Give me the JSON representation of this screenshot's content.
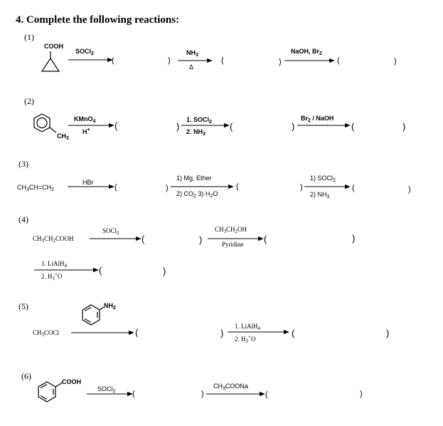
{
  "title": "4. Complete the following reactions:",
  "reactions": [
    {
      "number": "(1)",
      "substituent": "COOH",
      "steps": [
        {
          "top": "SOCl",
          "top_sub": "2",
          "bottom": ""
        },
        {
          "top": "NH",
          "top_sub": "3",
          "bottom": "Δ"
        },
        {
          "top": "NaOH, Br",
          "top_sub": "2",
          "bottom": ""
        }
      ]
    },
    {
      "number": "(2)",
      "substituent": "CH",
      "substituent_sub": "3",
      "steps": [
        {
          "top": "KMnO",
          "top_sub": "4",
          "bottom": "H",
          "bottom_sup": "+"
        },
        {
          "top": "1. SOCl",
          "top_sub": "2",
          "bottom": "2. NH",
          "bottom_sub": "3"
        },
        {
          "top": "Br",
          "top_sub": "2",
          "top_rest": " / NaOH",
          "bottom": ""
        }
      ]
    },
    {
      "number": "(3)",
      "reactant": [
        "CH",
        "3",
        "CH=CH",
        "2"
      ],
      "steps": [
        {
          "top": "HBr",
          "bottom": ""
        },
        {
          "top": "1) Mg, Ether",
          "bottom_parts": [
            "2) CO",
            "2",
            " 3) H",
            "2",
            "O"
          ]
        },
        {
          "top": "1) SOCl",
          "top_sub": "2",
          "bottom": "2) NH",
          "bottom_sub": "3"
        }
      ]
    },
    {
      "number": "(4)",
      "reactant": [
        "CH",
        "3",
        "CH",
        "2",
        "COOH"
      ],
      "steps": [
        {
          "top": "SOCl",
          "top_sub": "2",
          "bottom": ""
        },
        {
          "top_parts": [
            "CH",
            "3",
            "CH",
            "2",
            "OH"
          ],
          "bottom": "Pyridine"
        },
        {
          "top": "1. LiAlH",
          "top_sub": "4",
          "bottom_parts": [
            "2. H",
            "3",
            "O"
          ],
          "bottom_sup": "+"
        }
      ]
    },
    {
      "number": "(5)",
      "reagent_substituent": "NH",
      "reagent_substituent_sub": "2",
      "reactant": [
        "CH",
        "3",
        "COCl"
      ],
      "steps": [
        {
          "top": "",
          "bottom": ""
        },
        {
          "top": "1. LiAlH",
          "top_sub": "4",
          "bottom_parts": [
            "2. H",
            "3",
            "O"
          ],
          "bottom_sup": "+"
        }
      ]
    },
    {
      "number": "(6)",
      "substituent": "COOH",
      "steps": [
        {
          "top": "SOCl",
          "top_sub": "2",
          "bottom": ""
        },
        {
          "top_parts": [
            "CH",
            "3",
            "COONa"
          ],
          "bottom": ""
        }
      ]
    }
  ],
  "paren_open": "(",
  "paren_close": ")"
}
